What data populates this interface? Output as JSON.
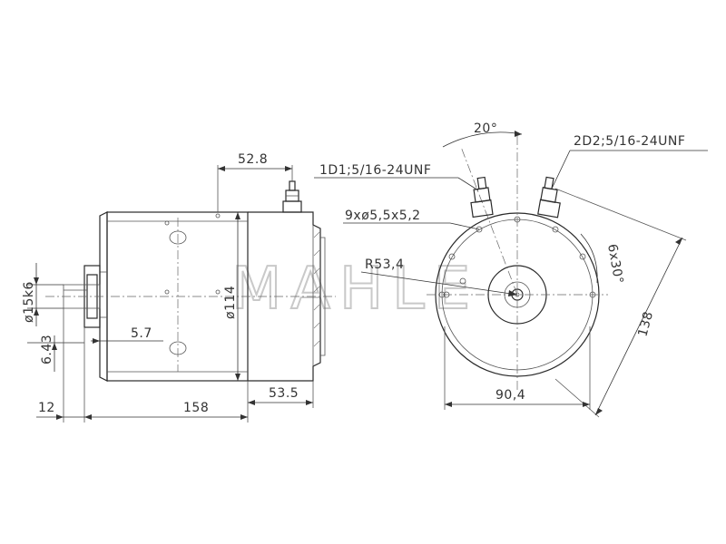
{
  "watermark": "MAHLE",
  "side_view": {
    "dimensions": {
      "terminal_offset": "52.8",
      "shaft_diameter": "ø15k6",
      "key_offset": "6.43",
      "shoulder_length": "5.7",
      "shaft_length": "12",
      "body_length": "158",
      "body_diameter": "ø114",
      "end_cap_length": "53.5"
    }
  },
  "end_view": {
    "dimensions": {
      "terminal_angle": "20°",
      "terminal_1": "1D1;5/16-24UNF",
      "terminal_2": "2D2;5/16-24UNF",
      "mount_holes": "9xø5,5x5,2",
      "mount_radius": "R53,4",
      "hole_spacing": "6x30°",
      "overall_height": "138",
      "width": "90,4"
    }
  }
}
